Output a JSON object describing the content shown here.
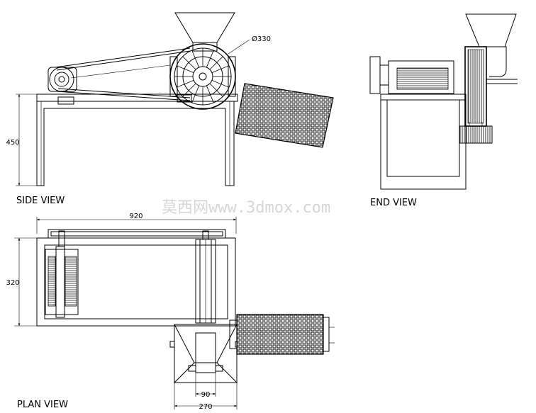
{
  "views": {
    "side": "SIDE VIEW",
    "end": "END VIEW",
    "plan": "PLAN VIEW"
  },
  "dimensions": {
    "side_height": "450",
    "rotor_diameter": "Ø330",
    "overall_length": "920",
    "plan_width": "320",
    "outlet_width": "90",
    "hopper_width": "270"
  },
  "watermark": "莫西网www.3dmox.com"
}
